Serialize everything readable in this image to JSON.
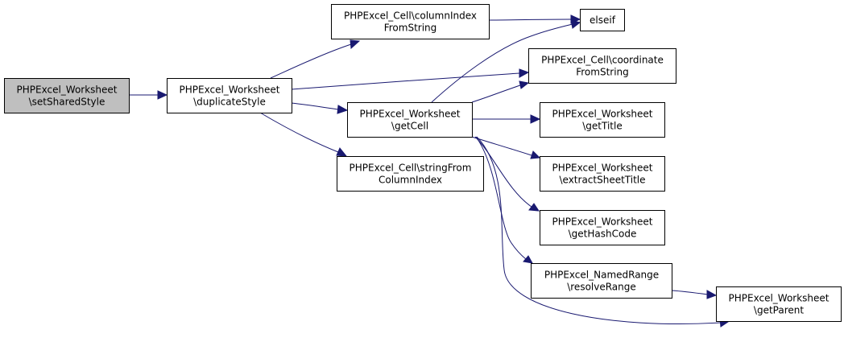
{
  "diagram": {
    "type": "call-graph",
    "nodes": {
      "set_shared_style": {
        "lines": [
          "PHPExcel_Worksheet",
          "\\setSharedStyle"
        ],
        "root": true
      },
      "duplicate_style": {
        "lines": [
          "PHPExcel_Worksheet",
          "\\duplicateStyle"
        ]
      },
      "column_index_from_string": {
        "lines": [
          "PHPExcel_Cell\\columnIndex",
          "FromString"
        ]
      },
      "get_cell": {
        "lines": [
          "PHPExcel_Worksheet",
          "\\getCell"
        ]
      },
      "string_from_column_index": {
        "lines": [
          "PHPExcel_Cell\\stringFrom",
          "ColumnIndex"
        ]
      },
      "elseif": {
        "lines": [
          "elseif"
        ]
      },
      "coordinate_from_string": {
        "lines": [
          "PHPExcel_Cell\\coordinate",
          "FromString"
        ]
      },
      "get_title": {
        "lines": [
          "PHPExcel_Worksheet",
          "\\getTitle"
        ]
      },
      "extract_sheet_title": {
        "lines": [
          "PHPExcel_Worksheet",
          "\\extractSheetTitle"
        ]
      },
      "get_hash_code": {
        "lines": [
          "PHPExcel_Worksheet",
          "\\getHashCode"
        ]
      },
      "resolve_range": {
        "lines": [
          "PHPExcel_NamedRange",
          "\\resolveRange"
        ]
      },
      "get_parent": {
        "lines": [
          "PHPExcel_Worksheet",
          "\\getParent"
        ]
      }
    },
    "edges": [
      {
        "from": "set_shared_style",
        "to": "duplicate_style"
      },
      {
        "from": "duplicate_style",
        "to": "column_index_from_string"
      },
      {
        "from": "duplicate_style",
        "to": "coordinate_from_string"
      },
      {
        "from": "duplicate_style",
        "to": "get_cell"
      },
      {
        "from": "duplicate_style",
        "to": "string_from_column_index"
      },
      {
        "from": "column_index_from_string",
        "to": "elseif"
      },
      {
        "from": "get_cell",
        "to": "elseif"
      },
      {
        "from": "get_cell",
        "to": "coordinate_from_string"
      },
      {
        "from": "get_cell",
        "to": "get_title"
      },
      {
        "from": "get_cell",
        "to": "extract_sheet_title"
      },
      {
        "from": "get_cell",
        "to": "get_hash_code"
      },
      {
        "from": "get_cell",
        "to": "resolve_range"
      },
      {
        "from": "get_cell",
        "to": "get_parent"
      },
      {
        "from": "resolve_range",
        "to": "get_parent"
      }
    ],
    "colors": {
      "edge": "#191970",
      "root_fill": "#bfbfbf",
      "node_fill": "#ffffff",
      "border": "#000000"
    }
  }
}
